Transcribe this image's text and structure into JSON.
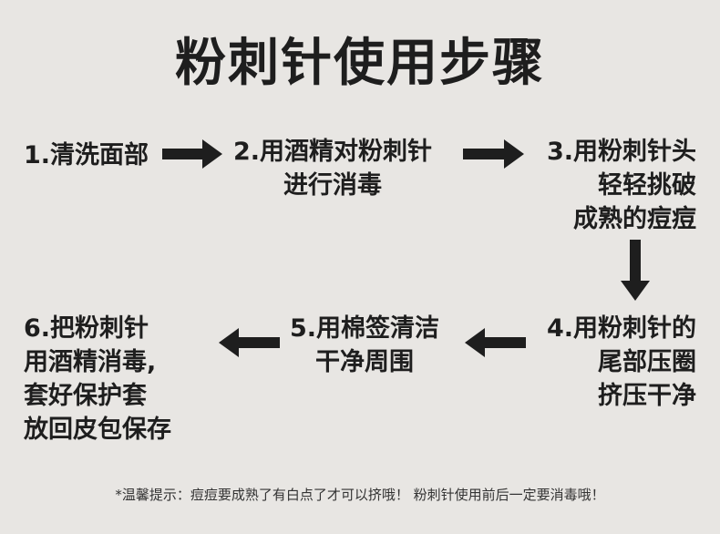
{
  "title": "粉刺针使用步骤",
  "steps": [
    {
      "lines": [
        "1.清洗面部"
      ]
    },
    {
      "lines": [
        "2.用酒精对粉刺针",
        "进行消毒"
      ]
    },
    {
      "lines": [
        "3.用粉刺针头",
        "轻轻挑破",
        "成熟的痘痘"
      ]
    },
    {
      "lines": [
        "4.用粉刺针的",
        "尾部压圈",
        "挤压干净"
      ]
    },
    {
      "lines": [
        "5.用棉签清洁",
        "干净周围"
      ]
    },
    {
      "lines": [
        "6.把粉刺针",
        "用酒精消毒,",
        "套好保护套",
        "放回皮包保存"
      ]
    }
  ],
  "note": "*温馨提示：痘痘要成熟了有白点了才可以挤哦！ 粉刺针使用前后一定要消毒哦！",
  "colors": {
    "background": "#e8e6e3",
    "text": "#1e1e1e",
    "arrow": "#1e1e1e"
  }
}
